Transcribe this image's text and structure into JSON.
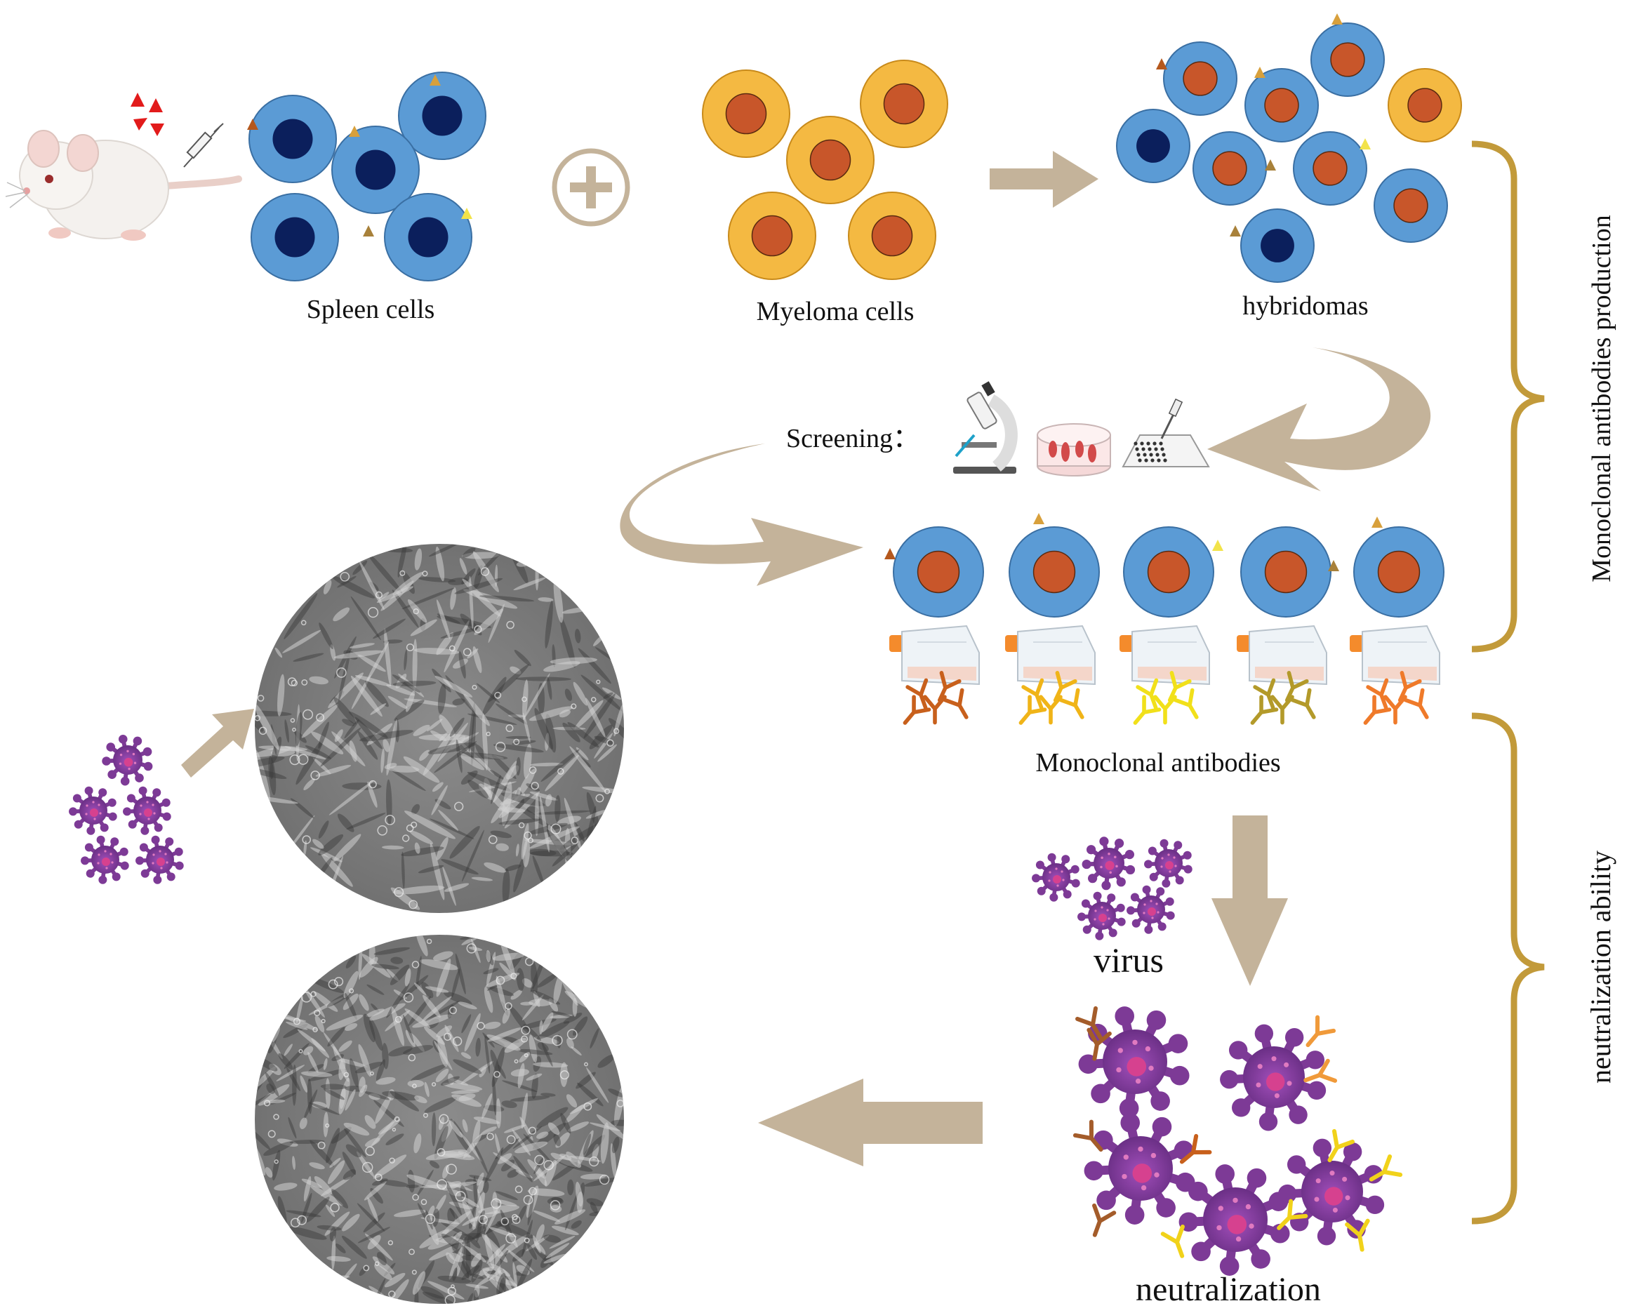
{
  "labels": {
    "spleen": "Spleen cells",
    "myeloma": "Myeloma cells",
    "hybridomas": "hybridomas",
    "screening": "Screening：",
    "mab": "Monoclonal antibodies",
    "virus": "virus",
    "neutralization": "neutralization",
    "bracket_production": "Monoclonal antibodies production",
    "bracket_neutralization": "neutralization ability"
  },
  "colors": {
    "cell_blue": "#5b9bd5",
    "cell_blue_edge": "#3a6fa3",
    "nucleus_navy": "#0b1f5c",
    "cell_orange": "#f4b942",
    "cell_orange_edge": "#c88a1a",
    "nucleus_rust": "#c8562a",
    "arrow_tan": "#c4b39a",
    "bracket_gold": "#c29a3a",
    "virus_purple": "#7d3a96",
    "virus_pink": "#d6418f"
  },
  "icons": [
    "mouse-icon",
    "antigen-icon",
    "syringe-icon",
    "plus-icon",
    "microscope-icon",
    "petri-dish-icon",
    "well-plate-icon",
    "culture-flask-icon",
    "antibody-icon",
    "virus-icon",
    "micrograph-image"
  ]
}
